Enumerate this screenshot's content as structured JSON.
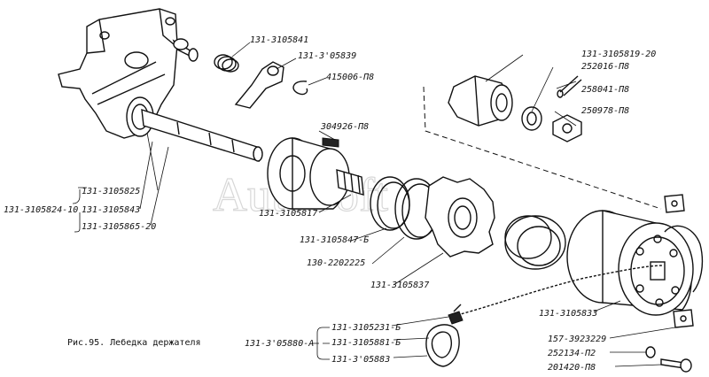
{
  "caption": "Рис.95. Лебедка держателя",
  "watermark": "AutoSoft",
  "labels": {
    "p_131_3105841": "131-3105841",
    "p_131_3105839": "131-3'05839",
    "p_415006_p8": "415006-П8",
    "p_131_3105819_20": "131-3105819-20",
    "p_252016_p8": "252016-П8",
    "p_258041_p8": "258041-П8",
    "p_250978_p8": "250978-П8",
    "p_304926_p8": "304926-П8",
    "p_131_3105824_10": "131-3105824-10",
    "p_131_3105825": "131-3105825",
    "p_131_3105843": "131-3105843",
    "p_131_3105865_20": "131-3105865-20",
    "p_131_3105817": "131-3105817",
    "p_131_3105847_b": "131-3105847-Б",
    "p_130_2202225": "130-2202225",
    "p_131_3105837": "131-3105837",
    "p_131_3105833": "131-3105833",
    "p_157_3923229": "157-3923229",
    "p_252134_p2": "252134-П2",
    "p_201420_p8": "201420-П8",
    "p_131_3105880_a": "131-3'05880-А",
    "p_131_3105231_b": "131-3105231-Б",
    "p_131_3105881_b": "131-3105881-Б",
    "p_131_3105883": "131-3'05883"
  }
}
